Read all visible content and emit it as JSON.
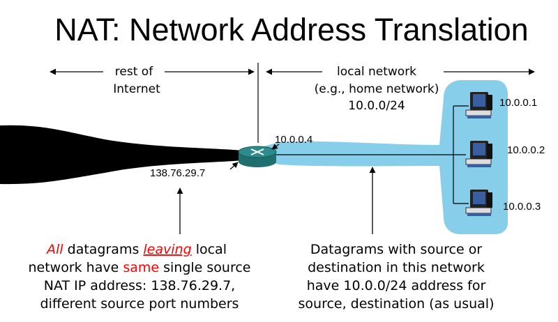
{
  "title": "NAT: Network Address Translation",
  "labels": {
    "rest_of_internet_line1": "rest of",
    "rest_of_internet_line2": "Internet",
    "local_network_line1": "local network",
    "local_network_line2": "(e.g., home network)",
    "local_network_line3": "10.0.0/24"
  },
  "addresses": {
    "router_local": "10.0.0.4",
    "router_public": "138.76.29.7",
    "host1": "10.0.0.1",
    "host2": "10.0.0.2",
    "host3": "10.0.0.3"
  },
  "note_left": {
    "l1_all": "All",
    "l1_a": " datagrams ",
    "l1_leaving": "leaving",
    "l1_b": " local",
    "l2_a": "network have ",
    "l2_same": "same",
    "l2_b": " single source",
    "l3": "NAT IP address: 138.76.29.7,",
    "l4": "different source port numbers"
  },
  "note_right": {
    "l1": "Datagrams with source or",
    "l2": "destination in this network",
    "l3": "have 10.0.0/24 address for",
    "l4": "source, destination (as usual)"
  },
  "colors": {
    "local_network": "#87CEEB",
    "router": "#2E8B8B",
    "internet": "#000000",
    "emphasis": "#FF0000",
    "monitor_screen": "#3A5FA0"
  }
}
